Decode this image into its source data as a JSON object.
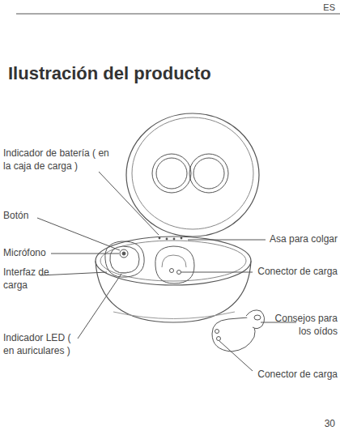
{
  "diagram": {
    "title": "Ilustración del producto",
    "labels": [
      "ES",
      "Indicador de batería ( en la caja de carga )",
      "Botón",
      "Micrófono",
      "Interfaz de carga",
      "Indicador LED ( en auriculares )",
      "Asa para colgar",
      "Conector de carga",
      "Consejos para los oídos",
      "Conector de carga",
      "30"
    ]
  }
}
